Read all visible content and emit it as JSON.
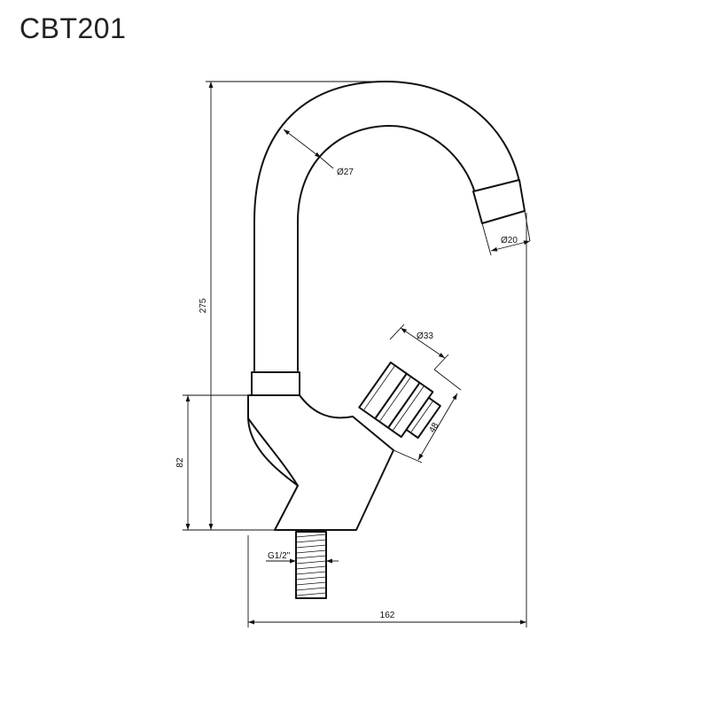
{
  "title": "CBT201",
  "dimensions": {
    "height_total": "275",
    "height_body": "82",
    "width_total": "162",
    "spout_diameter": "Ø27",
    "outlet_diameter": "Ø20",
    "handle_diameter": "Ø33",
    "handle_length": "48",
    "thread": "G1/2\""
  }
}
